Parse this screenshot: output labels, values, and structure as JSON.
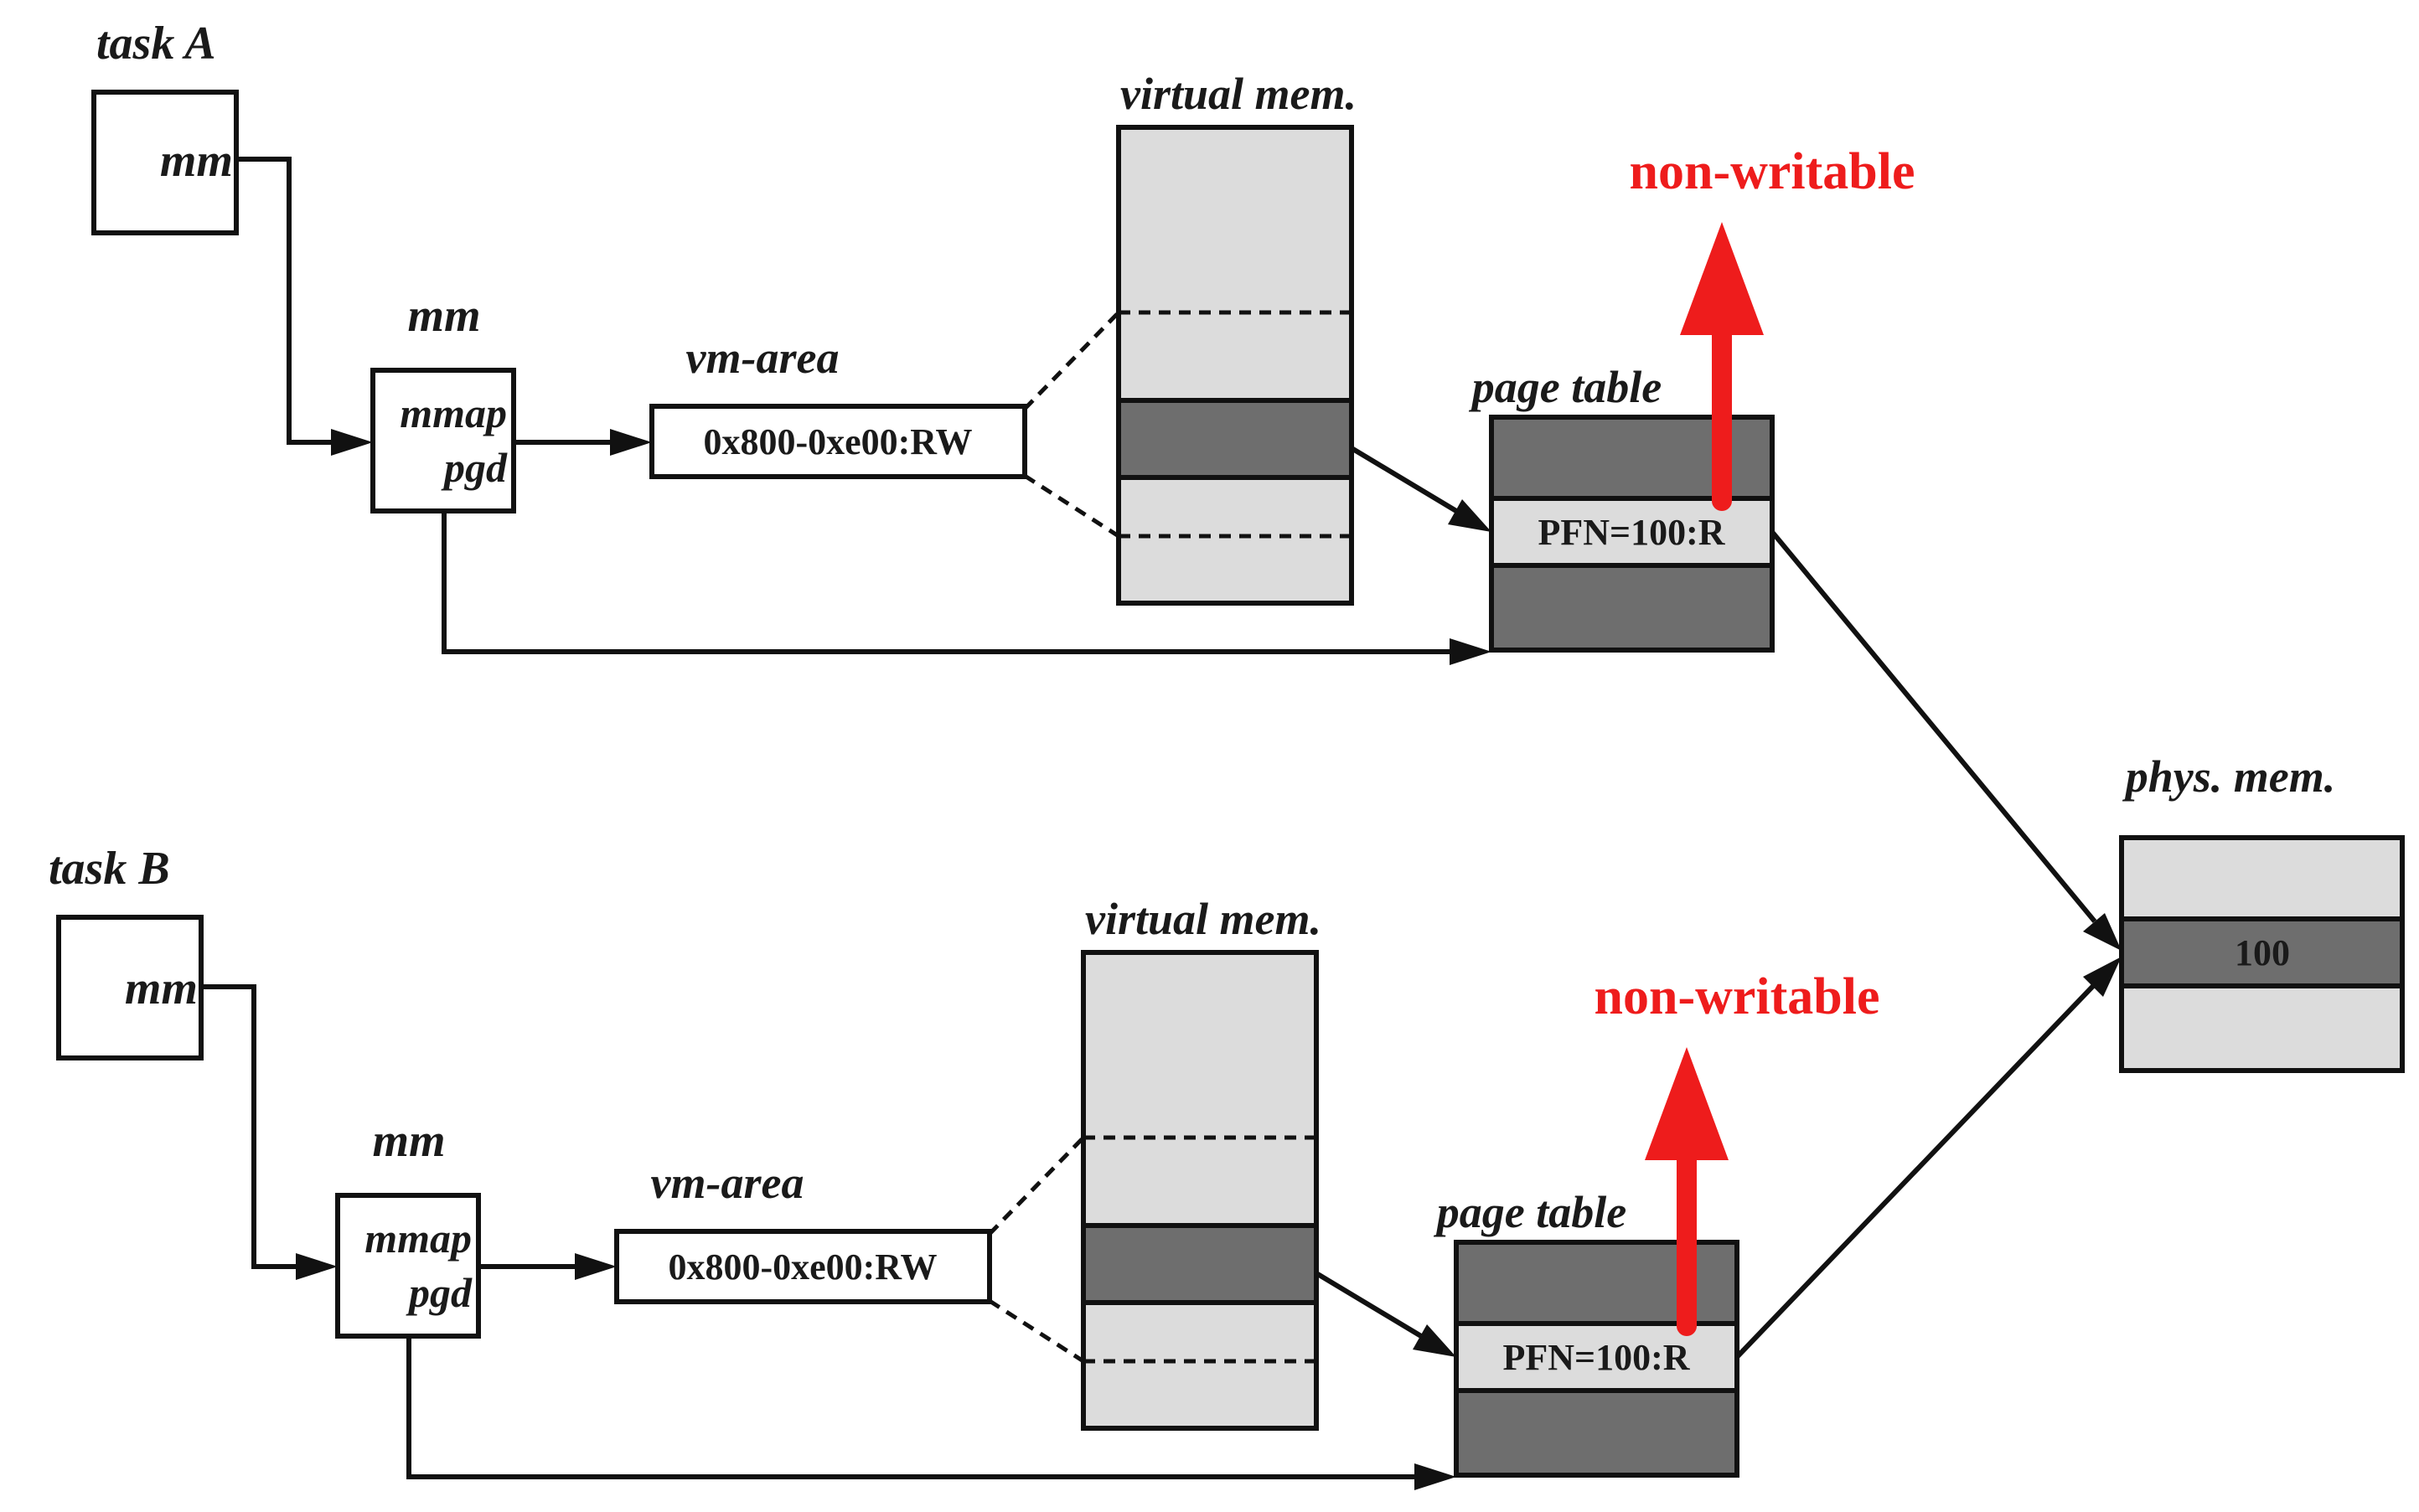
{
  "colors": {
    "stroke": "#111111",
    "light_fill": "#dcdcdc",
    "dark_fill": "#6e6e6e",
    "warning": "#ee1c1c",
    "background": "#ffffff"
  },
  "tasks": [
    {
      "task_label": "task A",
      "task_mm_label": "mm",
      "mm_label": "mm",
      "mmap_label": "mmap",
      "pgd_label": "pgd",
      "vm_area_label": "vm-area",
      "vm_area_range": "0x800-0xe00:RW",
      "virtual_mem_label": "virtual mem.",
      "page_table_label": "page table",
      "pte_text": "PFN=100:R",
      "warning_text": "non-writable"
    },
    {
      "task_label": "task B",
      "task_mm_label": "mm",
      "mm_label": "mm",
      "mmap_label": "mmap",
      "pgd_label": "pgd",
      "vm_area_label": "vm-area",
      "vm_area_range": "0x800-0xe00:RW",
      "virtual_mem_label": "virtual mem.",
      "page_table_label": "page table",
      "pte_text": "PFN=100:R",
      "warning_text": "non-writable"
    }
  ],
  "phys_mem": {
    "label": "phys. mem.",
    "frame_text": "100"
  }
}
